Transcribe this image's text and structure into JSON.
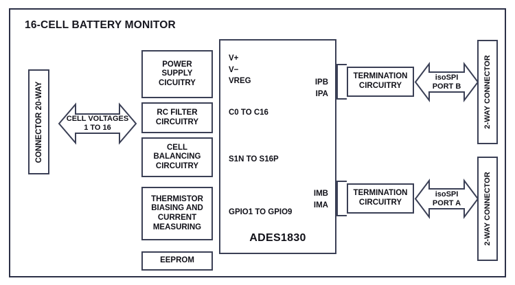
{
  "diagram": {
    "title": "16-CELL BATTERY MONITOR",
    "border_color": "#2b2f46",
    "box_border_color": "#3a3f55",
    "background": "#ffffff",
    "text_color": "#101018"
  },
  "left_connector": {
    "label": "CONNECTOR 20-WAY"
  },
  "cell_arrow": {
    "label": "CELL VOLTAGES\n1 TO 16"
  },
  "circuit_blocks": [
    {
      "name": "power-supply",
      "label": "POWER\nSUPPLY\nCICUITRY"
    },
    {
      "name": "rc-filter",
      "label": "RC FILTER\nCIRCUITRY"
    },
    {
      "name": "cell-balancing",
      "label": "CELL\nBALANCING\nCIRCUITRY"
    },
    {
      "name": "thermistor",
      "label": "THERMISTOR\nBIASING AND\nCURRENT\nMEASURING"
    },
    {
      "name": "eeprom",
      "label": "EEPROM"
    }
  ],
  "ic": {
    "part_number": "ADES1830",
    "left_pins": [
      {
        "name": "supply-pins",
        "label": "V+\nV−\nVREG"
      },
      {
        "name": "cell-pins",
        "label": "C0 TO C16"
      },
      {
        "name": "balance-pins",
        "label": "S1N TO S16P"
      },
      {
        "name": "gpio-pins",
        "label": "GPIO1 TO GPIO9"
      }
    ],
    "right_pins": [
      {
        "name": "port-b-pins",
        "label": "IPB\nIPA"
      },
      {
        "name": "port-a-pins",
        "label": "IMB\nIMA"
      }
    ]
  },
  "port_b": {
    "termination_label": "TERMINATION\nCIRCUITRY",
    "arrow_label": "isoSPI\nPORT B",
    "connector_label": "2-WAY CONNECTOR"
  },
  "port_a": {
    "termination_label": "TERMINATION\nCIRCUITRY",
    "arrow_label": "isoSPI\nPORT A",
    "connector_label": "2-WAY CONNECTOR"
  }
}
